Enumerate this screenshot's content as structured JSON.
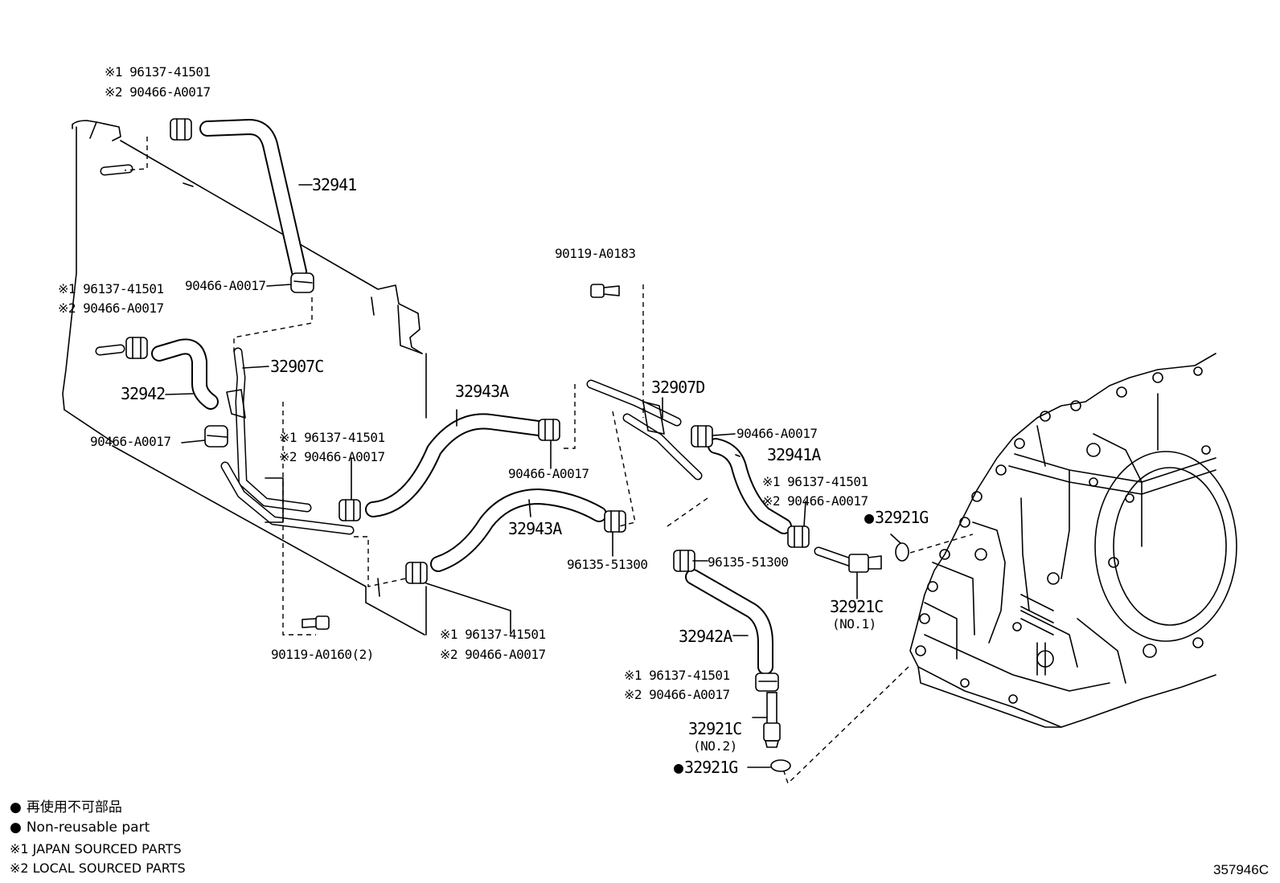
{
  "labels": {
    "l_32941": "32941",
    "l_top_j1": "※1 96137-41501",
    "l_top_j2": "※2 90466-A0017",
    "l_clamp_upper": "90466-A0017",
    "l_left_j1": "※1 96137-41501",
    "l_left_j2": "※2 90466-A0017",
    "l_32942": "32942",
    "l_32907c": "32907C",
    "l_clamp_left": "90466-A0017",
    "l_mid_j1": "※1 96137-41501",
    "l_mid_j2": "※2 90466-A0017",
    "l_32943a_upper": "32943A",
    "l_clamp_mid": "90466-A0017",
    "l_32943a_lower": "32943A",
    "l_96135_left": "96135-51300",
    "l_bolt_left": "90119-A0160(2)",
    "l_bot_j1": "※1 96137-41501",
    "l_bot_j2": "※2 90466-A0017",
    "l_bolt_top": "90119-A0183",
    "l_32907d": "32907D",
    "l_clamp_right": "90466-A0017",
    "l_32941a": "32941A",
    "l_right_j1": "※1 96137-41501",
    "l_right_j2": "※2 90466-A0017",
    "l_32921g_upper": "32921G",
    "l_96135_right": "96135-51300",
    "l_32921c_no1": "32921C",
    "l_no1": "(NO.1)",
    "l_32942a": "32942A",
    "l_low_j1": "※1 96137-41501",
    "l_low_j2": "※2 90466-A0017",
    "l_32921c_no2": "32921C",
    "l_no2": "(NO.2)",
    "l_32921g_lower": "32921G"
  },
  "legend": {
    "jp": "再使用不可部品",
    "en": "Non-reusable part",
    "n1": "※1 JAPAN SOURCED PARTS",
    "n2": "※2 LOCAL SOURCED PARTS"
  },
  "diagram_code": "357946C"
}
